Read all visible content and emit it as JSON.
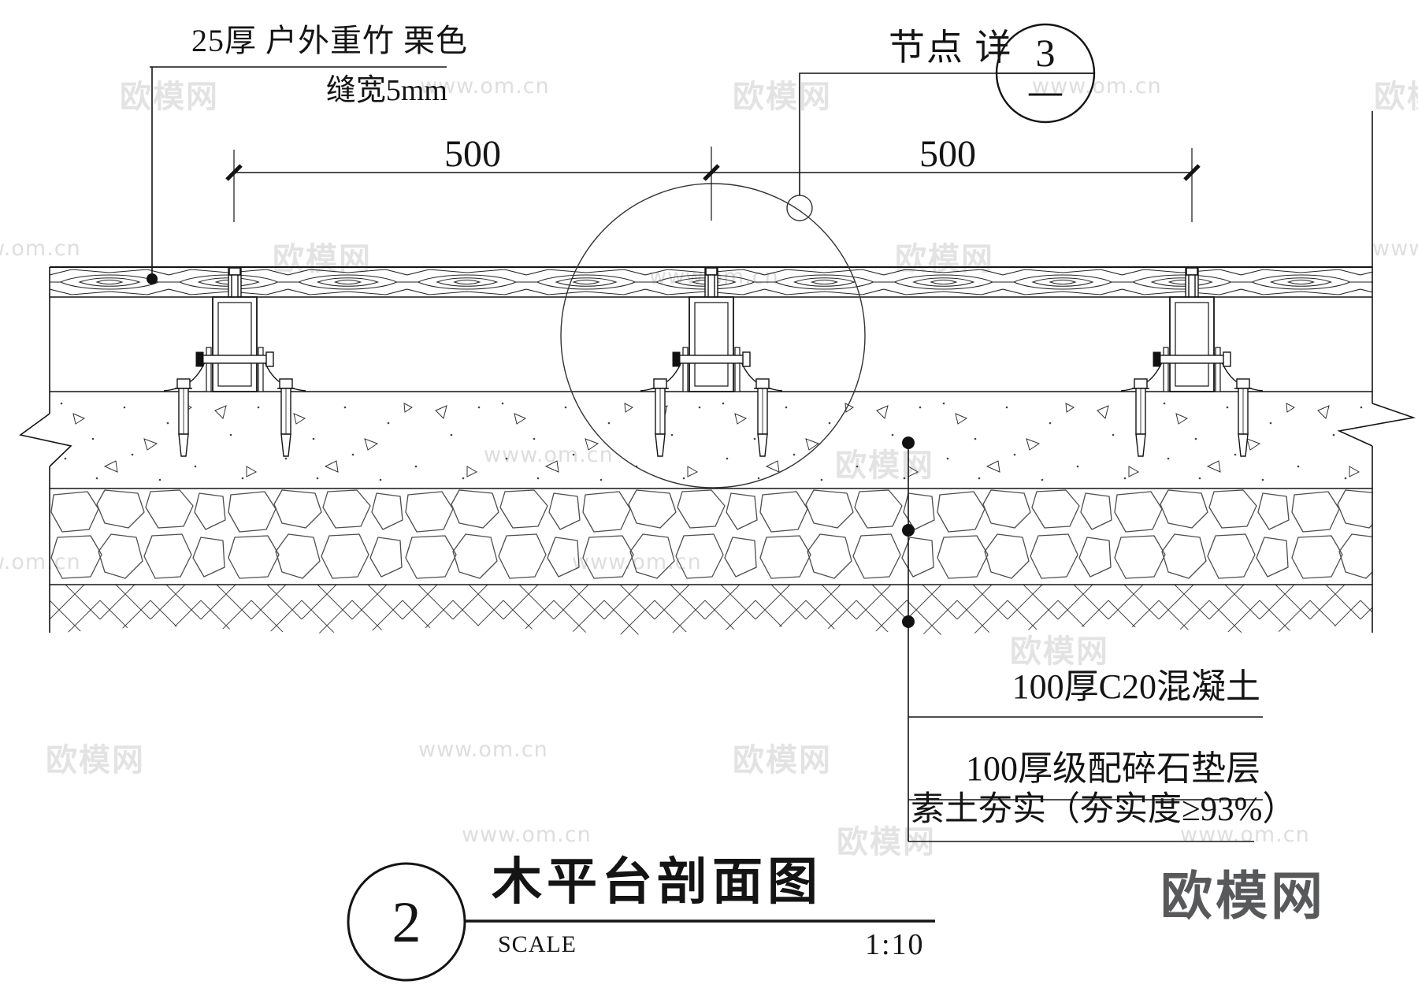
{
  "annotations": {
    "material": "25厚 户外重竹 栗色",
    "seam": "缝宽5mm",
    "node_label": "节点 详",
    "node_number": "3",
    "node_sheet": "—",
    "dim_left": "500",
    "dim_right": "500",
    "note_concrete": "100厚C20混凝土",
    "note_gravel": "100厚级配碎石垫层",
    "note_soil": "素土夯实（夯实度≥93%）"
  },
  "title_block": {
    "number": "2",
    "title": "木平台剖面图",
    "scale_label": "SCALE",
    "scale_value": "1:10"
  },
  "watermark": {
    "site": "欧模网",
    "url": "www.om.cn"
  },
  "logo": "欧模网",
  "colors": {
    "line": "#141414",
    "stone_line": "#4d4d4d",
    "watermark": "#e0e0e0",
    "logo": "#58595b"
  }
}
